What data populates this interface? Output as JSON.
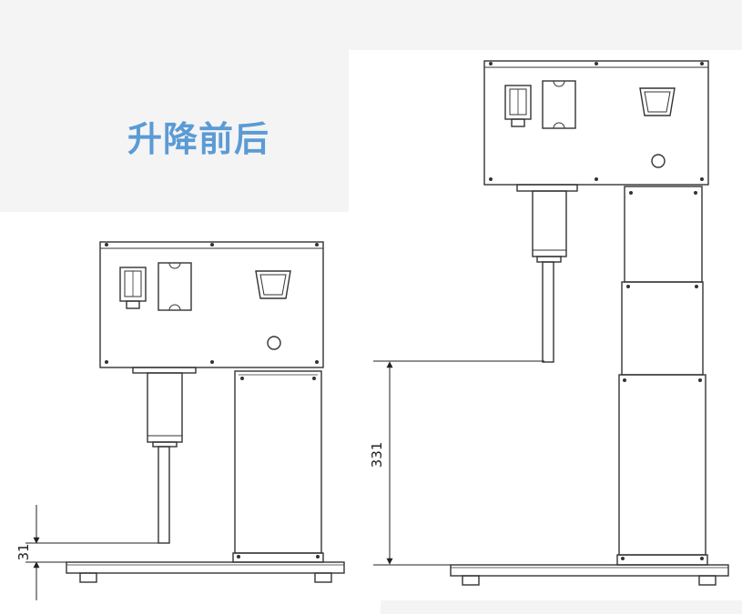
{
  "title": "升降前后",
  "colors": {
    "title": "#5b9bd5",
    "line": "#333333",
    "background_panel": "#f4f4f5"
  },
  "dimensions": {
    "before_lift_clearance": "31",
    "after_lift_clearance": "331"
  }
}
